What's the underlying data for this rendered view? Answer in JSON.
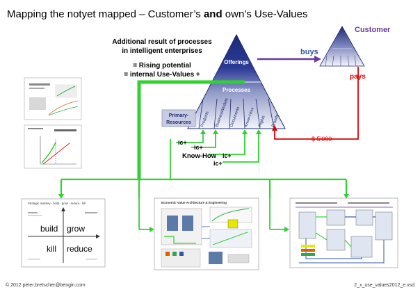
{
  "title": {
    "part1": "Mapping the notyet mapped – Customer’s ",
    "bold": "and",
    "part2": " own’s Use-Values"
  },
  "note": {
    "line1": "Additional result of processes",
    "line2": "in intelligent enterprises",
    "line3": "= Rising potential",
    "line4": "= internal Use-Values +"
  },
  "pyramid": {
    "offerings": "Offerings",
    "processes": "Processes",
    "primary_resources": [
      "Primary-",
      "Resources"
    ],
    "columns": [
      "Products",
      "BusinessModels",
      "Documents",
      "Know-How",
      "Rights",
      "Brands"
    ]
  },
  "customer": {
    "label": "Customer",
    "buys": "buys",
    "pays": "pays"
  },
  "money": "$ 5'000",
  "ic_labels": {
    "ic1": "ic+",
    "ic2": "ic+",
    "knowhow": "Know-How",
    "ic3": "ic+",
    "ic4": "ic+"
  },
  "strategy_card": {
    "header": "Strategic mastery - build - grow - reduce - kill",
    "build": "build",
    "grow": "grow",
    "kill": "kill",
    "reduce": "reduce"
  },
  "value_card": {
    "header": "Economic Value Architecture & Engineering"
  },
  "footer": {
    "left": "© 2012 peter.bretscher@bengin.com",
    "right": "2_x_use_values2012_e.vsd"
  },
  "colors": {
    "green": "#2fd22f",
    "red": "#e00000",
    "navy": "#1f2a6b",
    "purple_text": "#6a3a9a",
    "blue_text": "#3355aa"
  }
}
